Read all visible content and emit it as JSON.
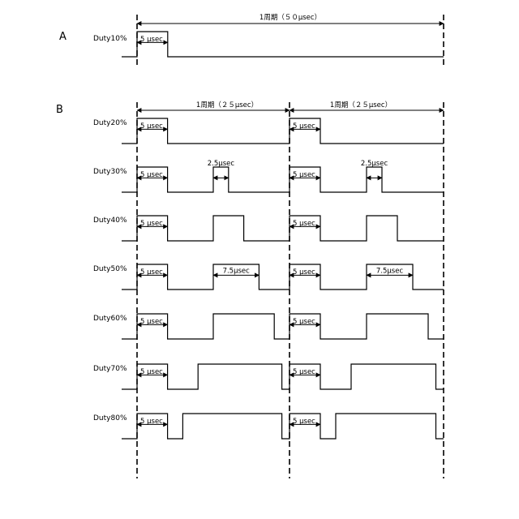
{
  "panel_a": {
    "label": "A",
    "period_label": "1周期（５０μsec）",
    "rows": [
      {
        "label": "Duty10%",
        "dim_label": "5 μsec",
        "pulse": [
          [
            0,
            0.2
          ]
        ]
      }
    ]
  },
  "panel_b": {
    "label": "B",
    "period_label": "1周期（２５μsec）",
    "rows": [
      {
        "label": "Duty20%",
        "dim_label": "5 μsec",
        "pulse": [
          [
            0,
            0.2
          ]
        ]
      },
      {
        "label": "Duty30%",
        "dim_label": "5 μsec",
        "pulse": [
          [
            0,
            0.2
          ],
          [
            0.5,
            0.6
          ]
        ],
        "gap_label": "2.5μsec",
        "gap": [
          0.5,
          0.6
        ]
      },
      {
        "label": "Duty40%",
        "dim_label": "5 μsec",
        "pulse": [
          [
            0,
            0.2
          ],
          [
            0.5,
            0.7
          ]
        ]
      },
      {
        "label": "Duty50%",
        "dim_label": "5 μsec",
        "pulse": [
          [
            0,
            0.2
          ],
          [
            0.5,
            0.8
          ]
        ],
        "gap_label": "7.5μsec",
        "gap": [
          0.5,
          0.8
        ]
      },
      {
        "label": "Duty60%",
        "dim_label": "5 μsec",
        "pulse": [
          [
            0,
            0.2
          ],
          [
            0.5,
            0.9
          ]
        ]
      },
      {
        "label": "Duty70%",
        "dim_label": "5 μsec",
        "pulse": [
          [
            0,
            0.2
          ],
          [
            0.4,
            0.95
          ]
        ]
      },
      {
        "label": "Duty80%",
        "dim_label": "5 μsec",
        "pulse": [
          [
            0,
            0.2
          ],
          [
            0.3,
            0.95
          ]
        ]
      }
    ]
  }
}
